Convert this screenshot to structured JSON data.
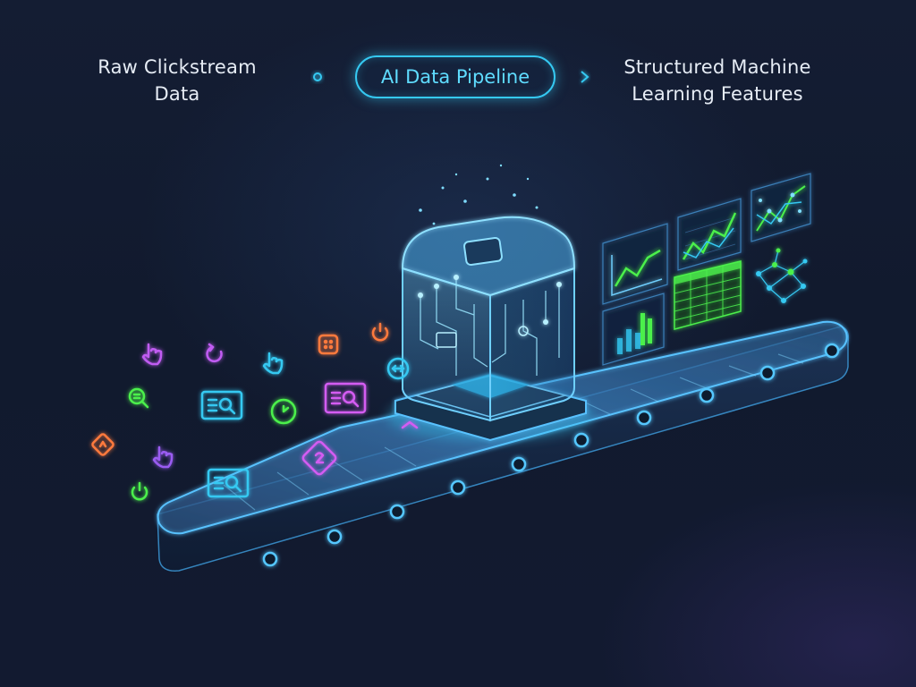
{
  "header": {
    "input_label": "Raw Clickstream\nData",
    "pipeline_label": "AI Data Pipeline",
    "output_label": "Structured Machine\nLearning Features"
  },
  "colors": {
    "background": "#121a30",
    "accent_cyan": "#35c9f2",
    "neon_green": "#4cf04c",
    "neon_magenta": "#d45cf2",
    "neon_orange": "#ff7a3d",
    "text": "#e6ecf5"
  },
  "icons": {
    "input_events": [
      "pointer-hand-icon",
      "refresh-icon",
      "pointer-hand-icon",
      "grid-square-icon",
      "power-icon",
      "search-icon",
      "search-card-icon",
      "clock-icon",
      "search-card-icon",
      "diamond-tag-icon",
      "pointer-hand-icon",
      "search-card-icon",
      "power-icon",
      "diamond-tag-icon",
      "swap-icon"
    ],
    "output_features": [
      "line-chart-icon",
      "line-chart-icon",
      "scatter-chart-icon",
      "bar-chart-icon",
      "data-table-icon",
      "network-graph-icon"
    ]
  }
}
